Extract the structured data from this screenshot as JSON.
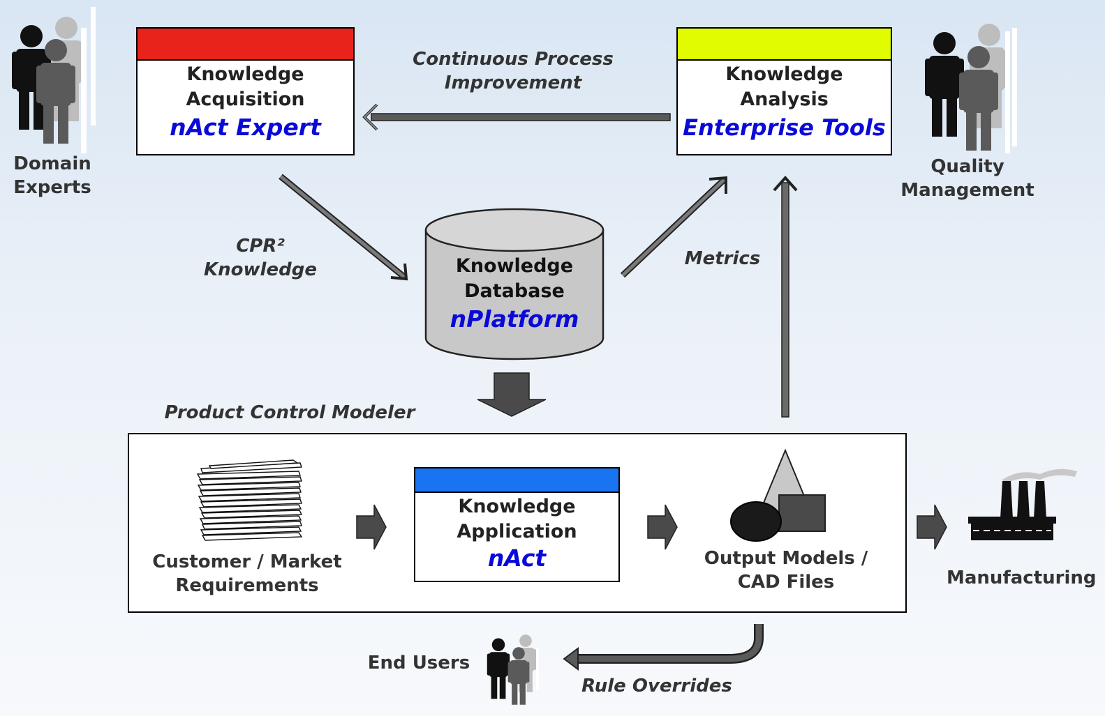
{
  "colors": {
    "acquisition_bar": "#e8231c",
    "analysis_bar": "#e1fb00",
    "application_bar": "#1a73f0",
    "product_text": "#0a0ad8",
    "arrow_fill": "#4a4a4a"
  },
  "boxes": {
    "acquisition": {
      "line1": "Knowledge",
      "line2": "Acquisition",
      "product": "nAct Expert"
    },
    "analysis": {
      "line1": "Knowledge",
      "line2": "Analysis",
      "product": "Enterprise Tools"
    },
    "application": {
      "line1": "Knowledge",
      "line2": "Application",
      "product": "nAct"
    }
  },
  "database": {
    "line1": "Knowledge",
    "line2": "Database",
    "product": "nPlatform"
  },
  "labels": {
    "domain_experts": [
      "Domain",
      "Experts"
    ],
    "quality_management": [
      "Quality",
      "Management"
    ],
    "continuous_process": [
      "Continuous Process",
      "Improvement"
    ],
    "cpr_knowledge": [
      "CPR²",
      "Knowledge"
    ],
    "metrics": "Metrics",
    "product_control_modeler": "Product Control Modeler",
    "customer_requirements": [
      "Customer / Market",
      "Requirements"
    ],
    "output_models": [
      "Output Models /",
      "CAD Files"
    ],
    "manufacturing": "Manufacturing",
    "end_users": "End Users",
    "rule_overrides": "Rule Overrides"
  },
  "icons": [
    "people-group-icon",
    "document-stack-icon",
    "geometric-shapes-icon",
    "factory-icon",
    "database-cylinder-icon"
  ]
}
